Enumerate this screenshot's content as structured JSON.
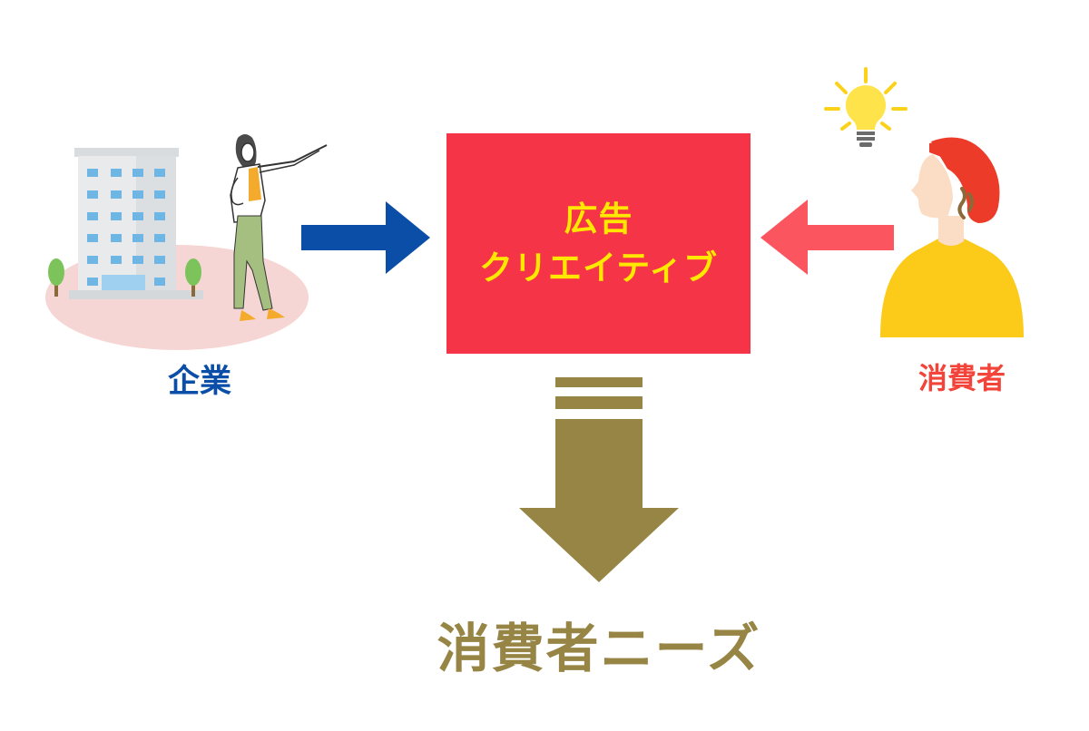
{
  "center_box": {
    "line1": "広告",
    "line2": "クリエイティブ"
  },
  "labels": {
    "company": "企業",
    "consumer": "消費者",
    "needs": "消費者ニーズ"
  },
  "colors": {
    "box_fill": "#f63447",
    "box_text": "#ffe800",
    "company_blue": "#0a4ea8",
    "consumer_red": "#f2443a",
    "consumer_arrow": "#fb5560",
    "needs_gold": "#978545",
    "yellow": "#fcca18",
    "hair_red": "#ec3b28",
    "bulb_yellow": "#ffe34a",
    "blush_pink": "#f6d6d4"
  },
  "icons": [
    "office-building-icon",
    "businesswoman-pointing-icon",
    "light-bulb-icon",
    "consumer-woman-icon"
  ]
}
